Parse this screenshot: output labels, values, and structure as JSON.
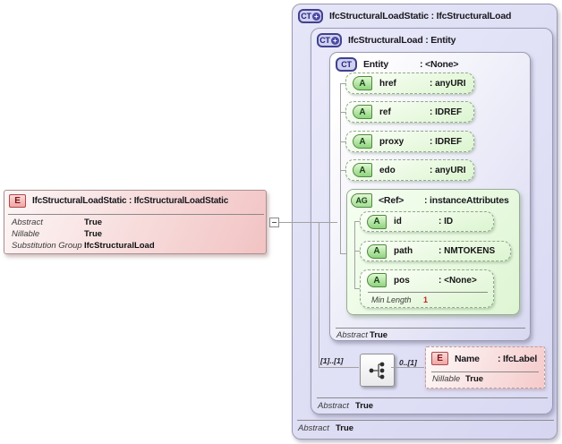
{
  "icons": {
    "element": "E",
    "complex_type": "CT",
    "attribute": "A",
    "attribute_group": "AG",
    "plus": "+"
  },
  "colors": {
    "lavender_fill": "#d9d9f3",
    "green_fill": "#e9fbe2",
    "pink_fill": "#f2c3c3",
    "connector": "#a2a2a2",
    "facet_value_red": "#cc1f1f"
  },
  "diagram": {
    "element_box": {
      "title": "IfcStructuralLoadStatic : IfcStructuralLoadStatic",
      "rows": [
        {
          "label": "Abstract",
          "value": "True"
        },
        {
          "label": "Nillable",
          "value": "True"
        },
        {
          "label": "Substitution Group",
          "value": "IfcStructuralLoad"
        }
      ]
    },
    "outer_type_box": {
      "title": "IfcStructuralLoadStatic : IfcStructuralLoad",
      "abstract_label": "Abstract",
      "abstract_value": "True"
    },
    "base_type_box": {
      "title": "IfcStructuralLoad : Entity",
      "abstract_label": "Abstract",
      "abstract_value": "True"
    },
    "entity_box": {
      "name": "Entity",
      "type": ": <None>",
      "abstract_label": "Abstract",
      "abstract_value": "True",
      "attributes": [
        {
          "name": "href",
          "type": ": anyURI"
        },
        {
          "name": "ref",
          "type": ": IDREF"
        },
        {
          "name": "proxy",
          "type": ": IDREF"
        },
        {
          "name": "edo",
          "type": ": anyURI"
        }
      ],
      "attribute_group": {
        "name": "<Ref>",
        "type": ": instanceAttributes",
        "attributes": [
          {
            "name": "id",
            "type": ": ID"
          },
          {
            "name": "path",
            "type": ": NMTOKENS"
          },
          {
            "name": "pos",
            "type": ": <None>",
            "facet_label": "Min Length",
            "facet_value": "1"
          }
        ]
      }
    },
    "content_model": {
      "cardinality_parent": "[1]..[1]",
      "cardinality_child": "0..[1]",
      "name_element": {
        "name": "Name",
        "type": ": IfcLabel",
        "nillable_label": "Nillable",
        "nillable_value": "True"
      }
    }
  }
}
